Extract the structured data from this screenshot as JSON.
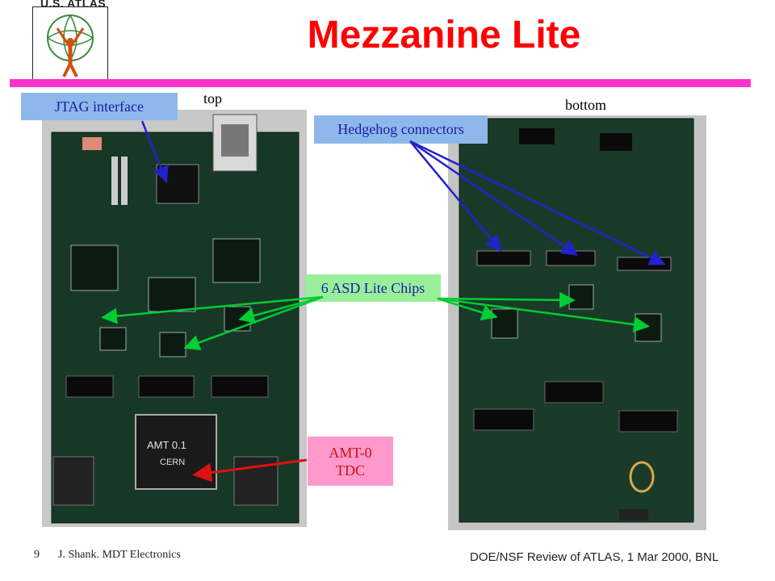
{
  "logo": {
    "text": "U.S. ATLAS",
    "figure": "atlas-figure-icon"
  },
  "slide": {
    "title": "Mezzanine Lite"
  },
  "photos": {
    "top_label": "top",
    "bottom_label": "bottom",
    "amt_chip_line1": "AMT  0.1",
    "amt_chip_line2": "CERN"
  },
  "callouts": {
    "jtag": "JTAG interface",
    "hedgehog": "Hedgehog connectors",
    "asd": "6 ASD Lite Chips",
    "amt_line1": "AMT-0",
    "amt_line2": "TDC"
  },
  "footer": {
    "page_number": "9",
    "author": "J. Shank. MDT Electronics",
    "event": "DOE/NSF Review of ATLAS, 1 Mar 2000, BNL"
  },
  "colors": {
    "title": "#ff0000",
    "rule": "#ff33cc",
    "blue_callout": "#8fb8ea",
    "green_callout": "#99ee99",
    "pink_callout": "#ff99cc",
    "pcb": "#173826",
    "arrow_blue": "#2222cc",
    "arrow_green": "#00cc33",
    "arrow_red": "#dd1111"
  }
}
